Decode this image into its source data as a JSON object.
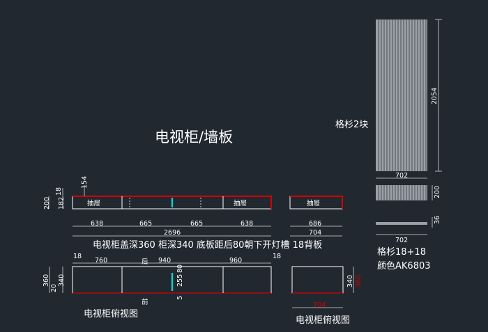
{
  "title": "电视柜/墙板",
  "panel": {
    "label": "格杉2块",
    "height_dim": "2054",
    "width_dim": "702",
    "strip_height_dim": "200",
    "thin_dim": "36",
    "bottom_width_dim": "702",
    "spec_line": "格杉18+18",
    "color_line": "颜色AK6803"
  },
  "front": {
    "drawer_label": "抽屉",
    "dim_200": "200",
    "dim_18": "18",
    "dim_182": "182",
    "dim_154": "154",
    "seg_dims": [
      "638",
      "665",
      "665",
      "638"
    ],
    "total_dim": "2696",
    "side_drawer_label": "抽屉",
    "side_dim_686": "686",
    "side_dim_704": "704"
  },
  "note": "电视柜盖深360 柜深340 底板距后80朝下开灯槽 18背板",
  "top": {
    "dim_18_left": "18",
    "dim_18_right": "18",
    "seg_dims": [
      "760",
      "940",
      "960"
    ],
    "back_label": "后",
    "front_label": "前",
    "dim_360": "360",
    "dim_20": "20",
    "dim_340": "340",
    "dim_255": "255",
    "dim_5": "5",
    "dim_80": "80",
    "caption": "电视柜俯视图",
    "side_dim_340": "340",
    "side_dim_360": "360",
    "side_dim_704": "704",
    "side_caption": "电视柜俯视图"
  }
}
